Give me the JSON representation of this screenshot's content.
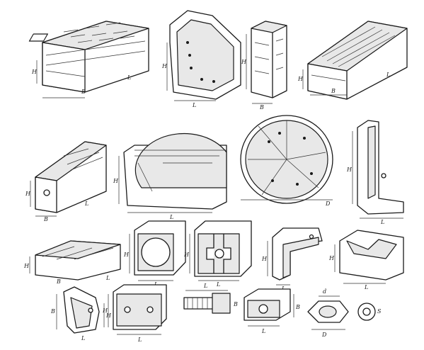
{
  "header": {
    "cropped_title": ""
  },
  "colors": {
    "ink": "#1a1a1a",
    "paper": "#ffffff"
  },
  "fixtures": {
    "slotted_plate_a": {
      "dims": [
        "H",
        "L",
        "B"
      ]
    },
    "angle_plate_ribbed": {
      "dims": [
        "H",
        "L"
      ]
    },
    "narrow_riser_block": {
      "dims": [
        "H",
        "B"
      ]
    },
    "slotted_plate_b": {
      "dims": [
        "H",
        "L",
        "B"
      ]
    },
    "long_slotted_bar": {
      "dims": [
        "H",
        "B",
        "L"
      ]
    },
    "half_round_table": {
      "dims": [
        "H",
        "L"
      ]
    },
    "round_table": {
      "dims": [
        "D"
      ]
    },
    "angle_bracket": {
      "dims": [
        "H",
        "L"
      ]
    },
    "small_slotted_plate": {
      "dims": [
        "H",
        "L",
        "B"
      ]
    },
    "cube_with_bore": {
      "dims": [
        "H",
        "L"
      ]
    },
    "cross_slot_cube": {
      "dims": [
        "H",
        "L"
      ]
    },
    "stepped_angle": {
      "dims": [
        "H",
        "L"
      ]
    },
    "v_block": {
      "dims": [
        "H",
        "L"
      ]
    },
    "tapered_clamp": {
      "dims": [
        "B",
        "H",
        "L"
      ]
    },
    "slotted_bar": {
      "dims": [
        "H",
        "L"
      ]
    },
    "t_bolt": {
      "dims": [
        "L",
        "B"
      ]
    },
    "t_nut": {
      "dims": [
        "L",
        "B"
      ]
    },
    "hex_nut": {
      "dims": [
        "d",
        "D",
        "S"
      ]
    }
  }
}
